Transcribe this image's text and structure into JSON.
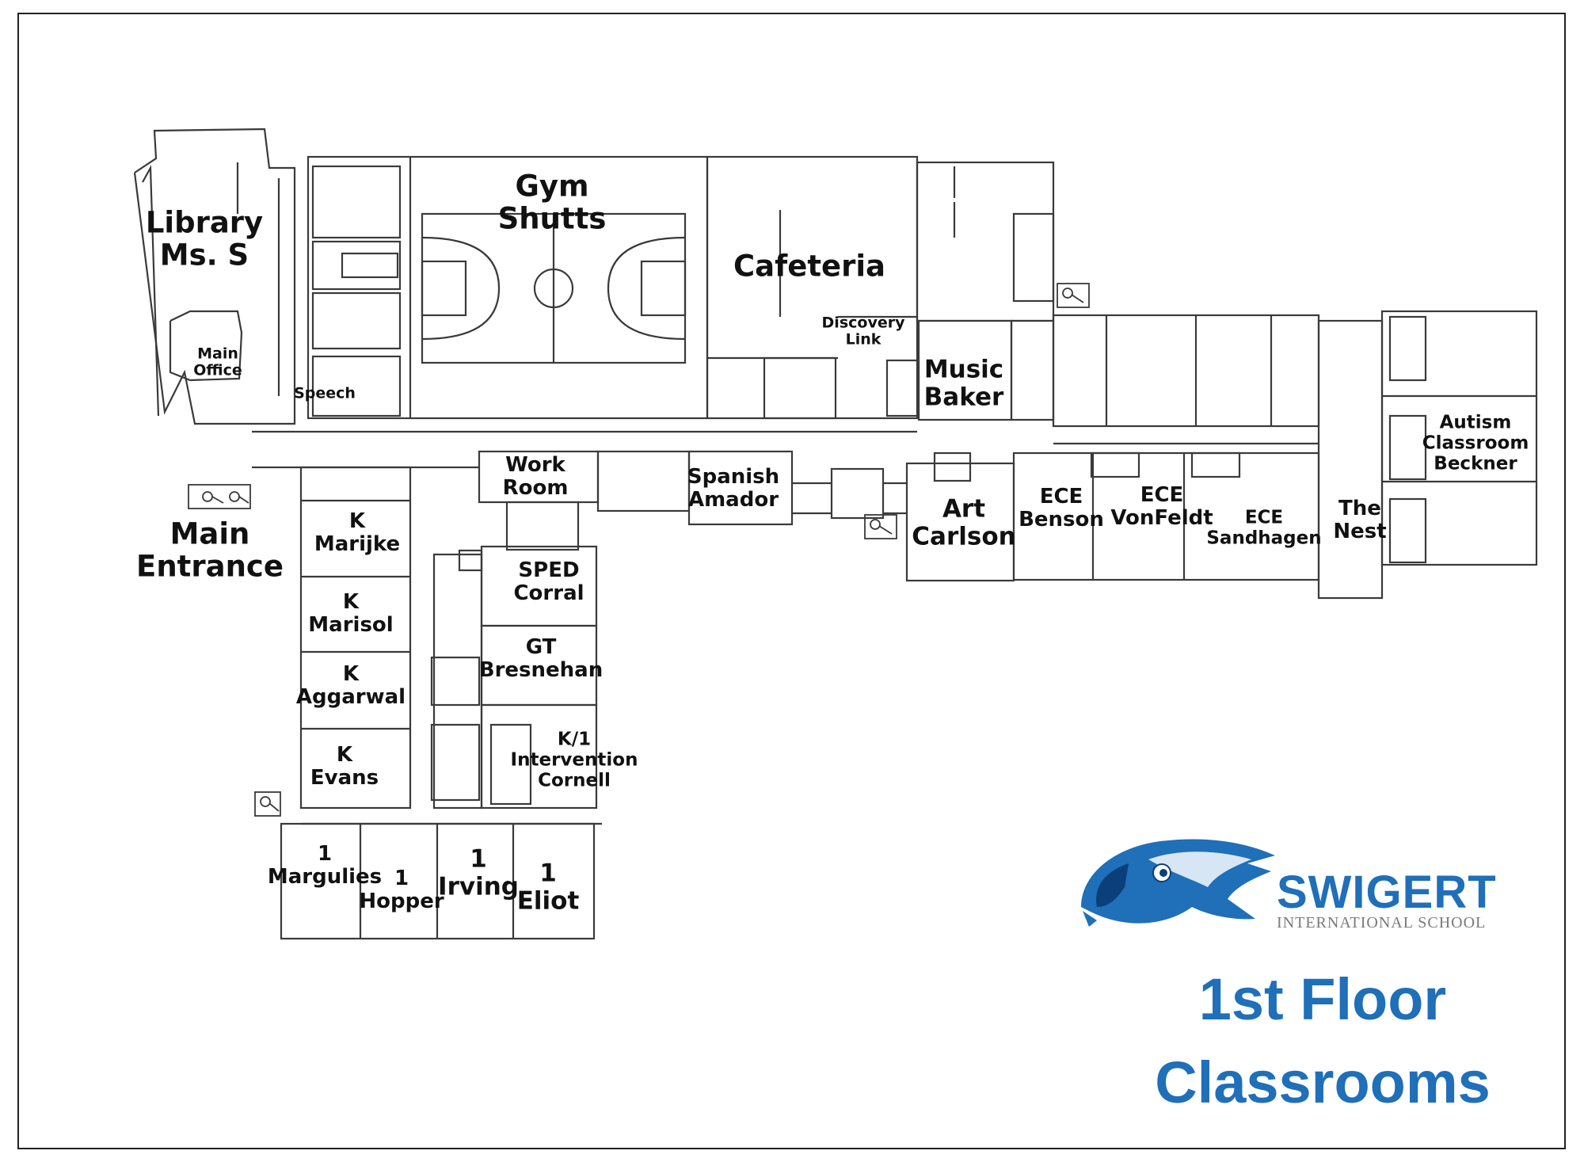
{
  "rooms": {
    "library": [
      "Library",
      "Ms. S"
    ],
    "main_office": [
      "Main",
      "Office"
    ],
    "speech": "Speech",
    "gym": [
      "Gym",
      "Shutts"
    ],
    "cafeteria": "Cafeteria",
    "discovery_link": [
      "Discovery",
      "Link"
    ],
    "music": [
      "Music",
      "Baker"
    ],
    "main_entrance": [
      "Main",
      "Entrance"
    ],
    "work_room": [
      "Work",
      "Room"
    ],
    "spanish": [
      "Spanish",
      "Amador"
    ],
    "art": [
      "Art",
      "Carlson"
    ],
    "ece_benson": [
      "ECE",
      "Benson"
    ],
    "ece_vonfeldt": [
      "ECE",
      "VonFeldt"
    ],
    "ece_sandhagen": [
      "ECE",
      "Sandhagen"
    ],
    "the_nest": [
      "The",
      "Nest"
    ],
    "autism": [
      "Autism",
      "Classroom",
      "Beckner"
    ],
    "k_marijke": [
      "K",
      "Marijke"
    ],
    "k_marisol": [
      "K",
      "Marisol"
    ],
    "k_aggarwal": [
      "K",
      "Aggarwal"
    ],
    "k_evans": [
      "K",
      "Evans"
    ],
    "sped": [
      "SPED",
      "Corral"
    ],
    "gt": [
      "GT",
      "Bresnehan"
    ],
    "k1_intervention": [
      "K/1",
      "Intervention",
      "Cornell"
    ],
    "g1_margulies": [
      "1",
      "Margulies"
    ],
    "g1_hopper": [
      "1",
      "Hopper"
    ],
    "g1_irving": [
      "1",
      "Irving"
    ],
    "g1_eliot": [
      "1",
      "Eliot"
    ]
  },
  "logo": {
    "name": "SWIGERT",
    "subtitle": "INTERNATIONAL SCHOOL",
    "icon": "hawk-head-icon",
    "color": "#1f6fb9"
  },
  "heading": {
    "line1": "1st Floor",
    "line2": "Classrooms"
  },
  "icons": [
    "key-icon"
  ]
}
